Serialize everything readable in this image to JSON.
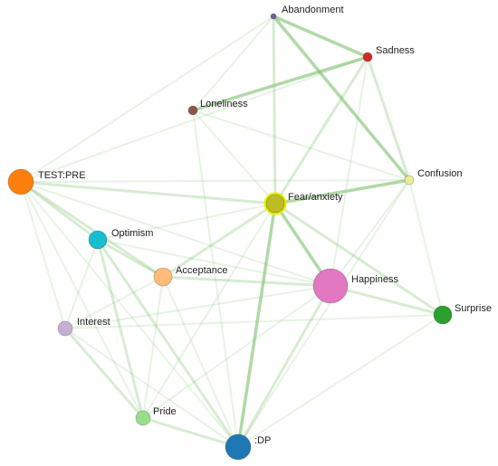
{
  "graph": {
    "colors": {
      "edge": "#7cbf6a",
      "label": "#222222"
    },
    "nodes": [
      {
        "id": "abandonment",
        "label": "Abandonment",
        "color": "#7a5aa6",
        "size": 1
      },
      {
        "id": "sadness",
        "label": "Sadness",
        "color": "#d62728",
        "size": 2
      },
      {
        "id": "loneliness",
        "label": "Loneliness",
        "color": "#8c564b",
        "size": 2
      },
      {
        "id": "confusion",
        "label": "Confusion",
        "color": "#ecec98",
        "size": 2
      },
      {
        "id": "fear",
        "label": "Fear/anxiety",
        "color": "#bcbd22",
        "ring": "#e7f000",
        "size": 4
      },
      {
        "id": "test_pre",
        "label": "TEST:PRE",
        "color": "#ff7f0e",
        "size": 6
      },
      {
        "id": "optimism",
        "label": "Optimism",
        "color": "#17becf",
        "size": 4
      },
      {
        "id": "acceptance",
        "label": "Acceptance",
        "color": "#ffbb78",
        "size": 4
      },
      {
        "id": "happiness",
        "label": "Happiness",
        "color": "#e377c2",
        "size": 7
      },
      {
        "id": "surprise",
        "label": "Surprise",
        "color": "#2ca02c",
        "size": 4
      },
      {
        "id": "interest",
        "label": "Interest",
        "color": "#c5b0d5",
        "size": 3
      },
      {
        "id": "pride",
        "label": "Pride",
        "color": "#98df8a",
        "size": 3
      },
      {
        "id": "dp",
        "label": ":DP",
        "color": "#1f77b4",
        "size": 6
      }
    ],
    "edges": [
      {
        "source": "abandonment",
        "target": "sadness",
        "weight": 3
      },
      {
        "source": "abandonment",
        "target": "confusion",
        "weight": 3
      },
      {
        "source": "abandonment",
        "target": "fear",
        "weight": 2
      },
      {
        "source": "abandonment",
        "target": "loneliness",
        "weight": 1
      },
      {
        "source": "abandonment",
        "target": "test_pre",
        "weight": 1
      },
      {
        "source": "sadness",
        "target": "loneliness",
        "weight": 3
      },
      {
        "source": "sadness",
        "target": "fear",
        "weight": 2
      },
      {
        "source": "sadness",
        "target": "confusion",
        "weight": 2
      },
      {
        "source": "sadness",
        "target": "happiness",
        "weight": 1
      },
      {
        "source": "sadness",
        "target": "test_pre",
        "weight": 1
      },
      {
        "source": "loneliness",
        "target": "fear",
        "weight": 1
      },
      {
        "source": "loneliness",
        "target": "confusion",
        "weight": 1
      },
      {
        "source": "loneliness",
        "target": "dp",
        "weight": 1
      },
      {
        "source": "test_pre",
        "target": "fear",
        "weight": 2
      },
      {
        "source": "test_pre",
        "target": "confusion",
        "weight": 1
      },
      {
        "source": "test_pre",
        "target": "optimism",
        "weight": 2
      },
      {
        "source": "test_pre",
        "target": "acceptance",
        "weight": 2
      },
      {
        "source": "test_pre",
        "target": "interest",
        "weight": 1
      },
      {
        "source": "test_pre",
        "target": "pride",
        "weight": 1
      },
      {
        "source": "test_pre",
        "target": "dp",
        "weight": 1
      },
      {
        "source": "test_pre",
        "target": "happiness",
        "weight": 1
      },
      {
        "source": "fear",
        "target": "confusion",
        "weight": 3
      },
      {
        "source": "fear",
        "target": "happiness",
        "weight": 3
      },
      {
        "source": "fear",
        "target": "surprise",
        "weight": 2
      },
      {
        "source": "fear",
        "target": "acceptance",
        "weight": 2
      },
      {
        "source": "fear",
        "target": "optimism",
        "weight": 1
      },
      {
        "source": "fear",
        "target": "dp",
        "weight": 3
      },
      {
        "source": "fear",
        "target": "pride",
        "weight": 1
      },
      {
        "source": "confusion",
        "target": "happiness",
        "weight": 1
      },
      {
        "source": "confusion",
        "target": "surprise",
        "weight": 1
      },
      {
        "source": "confusion",
        "target": "dp",
        "weight": 1
      },
      {
        "source": "optimism",
        "target": "acceptance",
        "weight": 2
      },
      {
        "source": "optimism",
        "target": "interest",
        "weight": 1
      },
      {
        "source": "optimism",
        "target": "pride",
        "weight": 2
      },
      {
        "source": "optimism",
        "target": "dp",
        "weight": 2
      },
      {
        "source": "optimism",
        "target": "happiness",
        "weight": 1
      },
      {
        "source": "acceptance",
        "target": "happiness",
        "weight": 2
      },
      {
        "source": "acceptance",
        "target": "interest",
        "weight": 1
      },
      {
        "source": "acceptance",
        "target": "pride",
        "weight": 1
      },
      {
        "source": "acceptance",
        "target": "dp",
        "weight": 1
      },
      {
        "source": "happiness",
        "target": "surprise",
        "weight": 2
      },
      {
        "source": "happiness",
        "target": "dp",
        "weight": 2
      },
      {
        "source": "happiness",
        "target": "pride",
        "weight": 1
      },
      {
        "source": "happiness",
        "target": "interest",
        "weight": 1
      },
      {
        "source": "surprise",
        "target": "dp",
        "weight": 1
      },
      {
        "source": "surprise",
        "target": "interest",
        "weight": 1
      },
      {
        "source": "interest",
        "target": "pride",
        "weight": 2
      },
      {
        "source": "interest",
        "target": "dp",
        "weight": 1
      },
      {
        "source": "pride",
        "target": "dp",
        "weight": 2
      }
    ]
  }
}
